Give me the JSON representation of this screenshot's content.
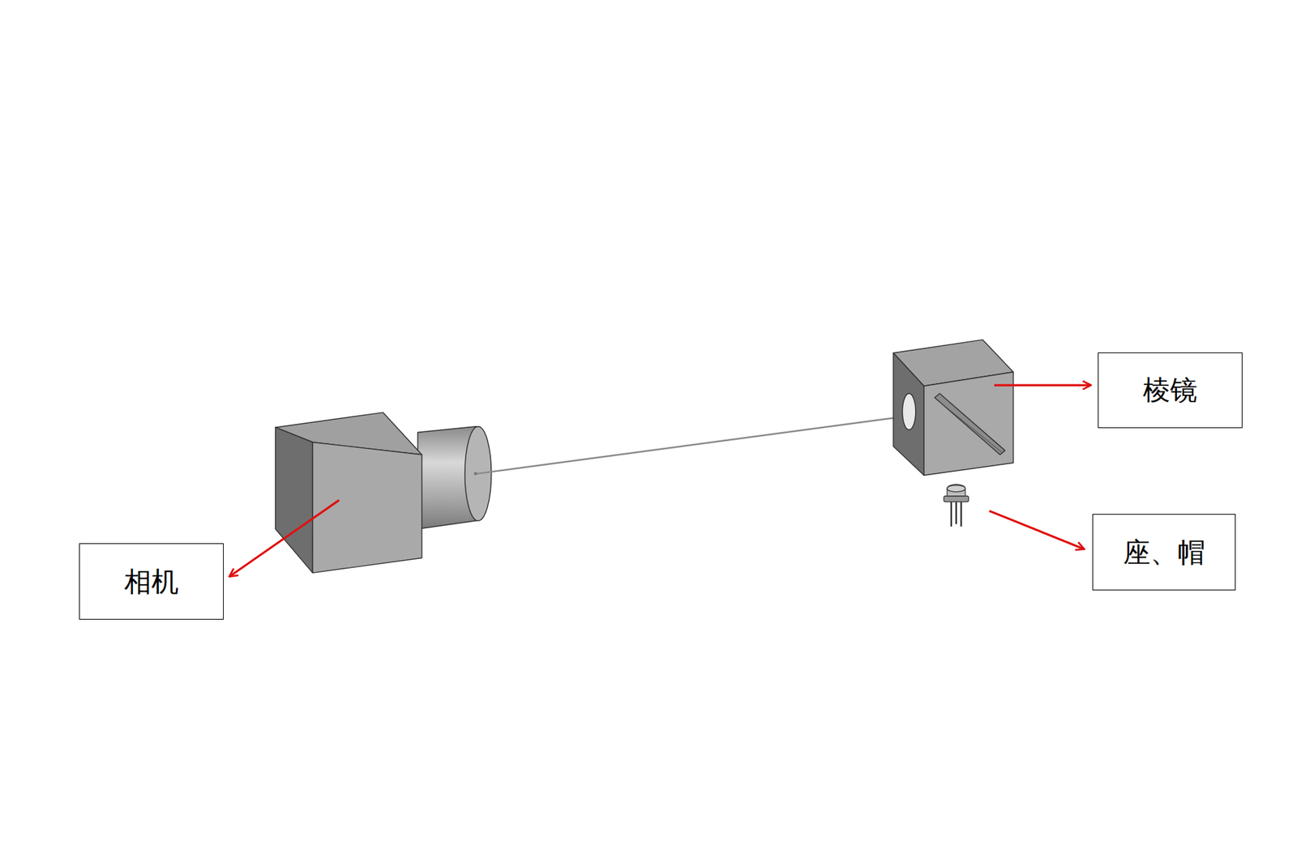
{
  "diagram": {
    "nodes": [
      {
        "text": [
          "相机"
        ]
      },
      {
        "text": [
          "棱镜"
        ]
      },
      {
        "text": [
          "座、帽"
        ]
      }
    ]
  }
}
